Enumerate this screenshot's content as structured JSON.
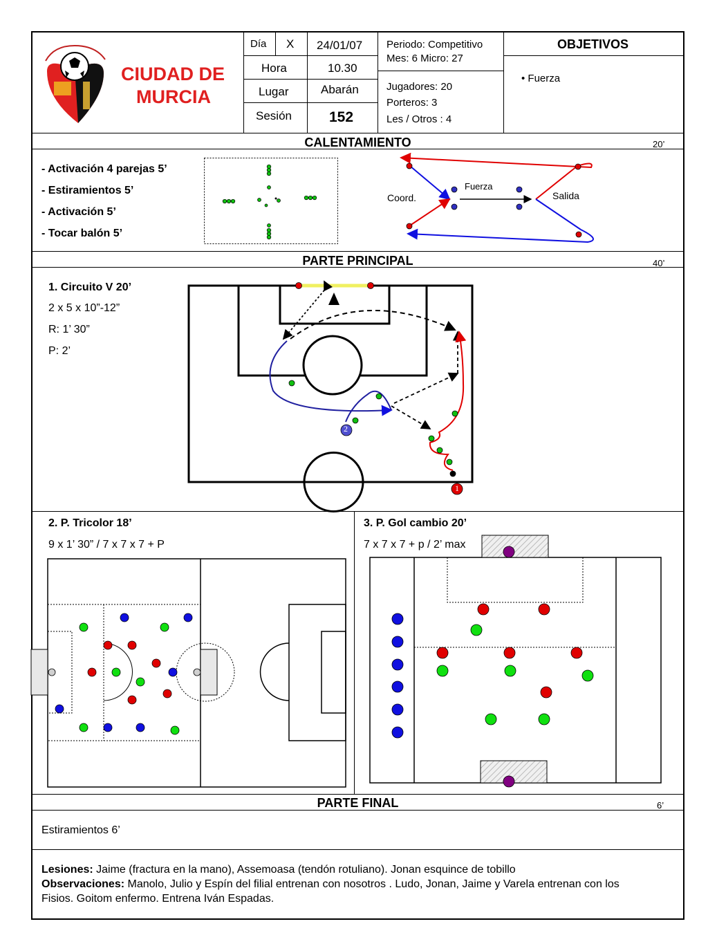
{
  "header": {
    "club_name_line1": "CIUDAD DE",
    "club_name_line2": "MURCIA",
    "dia_label": "Día",
    "dia_mark": "X",
    "date": "24/01/07",
    "hora_label": "Hora",
    "hora_value": "10.30",
    "lugar_label": "Lugar",
    "lugar_value": "Abarán",
    "sesion_label": "Sesión",
    "sesion_value": "152",
    "periodo": "Periodo: Competitivo",
    "mes": "Mes: 6 Micro: 27",
    "jugadores": "Jugadores:  20",
    "porteros": "Porteros: 3",
    "les_otros": "Les / Otros : 4",
    "objetivos_title": "OBJETIVOS",
    "objetivos_item": "• Fuerza"
  },
  "calentamiento": {
    "title": "CALENTAMIENTO",
    "minutes": "20’",
    "items": [
      "-  Activación 4 parejas  5’",
      "- Estiramientos 5’",
      "- Activación 5’",
      "- Tocar balón 5’"
    ],
    "diagram_labels": {
      "coord": "Coord.",
      "fuerza": "Fuerza",
      "salida": "Salida"
    }
  },
  "principal": {
    "title": "PARTE PRINCIPAL",
    "minutes": "40’",
    "ex1_title": "1. Circuito V  20’",
    "ex1_l1": "2 x 5 x 10”-12”",
    "ex1_l2": "R: 1’ 30”",
    "ex1_l3": "P: 2’",
    "marker1": "1",
    "marker2": "2",
    "ex2_title": "2. P. Tricolor  18’",
    "ex2_l1": "9 x 1’ 30” / 7 x 7 x 7 + P",
    "ex3_title": "3.  P. Gol cambio 20’",
    "ex3_l1": "7 x 7 x 7 + p / 2’ max"
  },
  "final": {
    "title": "PARTE FINAL",
    "minutes": "6’",
    "text": "Estiramientos  6’"
  },
  "notes": {
    "lesiones_label": "Lesiones:",
    "lesiones_text": " Jaime (fractura en la mano), Assemoasa (tendón rotuliano). Jonan esquince de tobillo",
    "obs_label": "Observaciones:",
    "obs_text": "   Manolo, Julio y Espín del filial entrenan con nosotros . Ludo, Jonan, Jaime y Varela entrenan con los",
    "obs_text2": "Fisios. Goitom enfermo. Entrena Iván Espadas."
  },
  "colors": {
    "red": "#e00000",
    "blue": "#1010e0",
    "green": "#10c010",
    "purple": "#800080",
    "club_red": "#e02020"
  }
}
